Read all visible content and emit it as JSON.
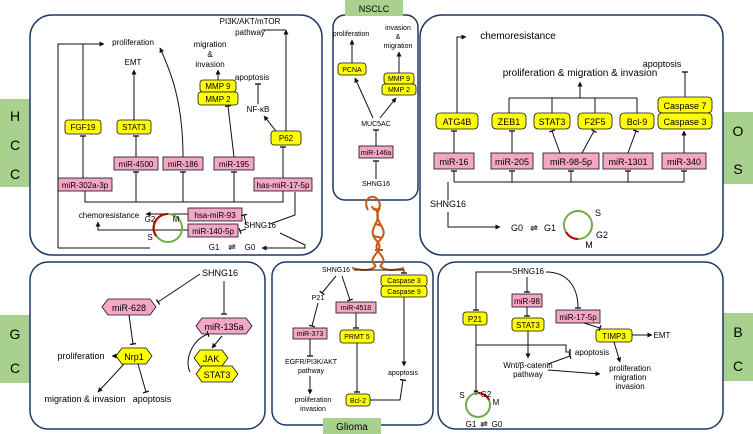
{
  "panels": {
    "hcc": {
      "label_letters": [
        "H",
        "C",
        "C"
      ],
      "top_process": "proliferation",
      "pathway": "PI3K/AKT/mTOR pathway",
      "migration": "migration & invasion",
      "emt": "EMT",
      "apoptosis": "apoptosis",
      "nfkb": "NF-κB",
      "fgf19": "FGF19",
      "stat3": "STAT3",
      "mmp9": "MMP 9",
      "mmp2": "MMP 2",
      "p62": "P62",
      "mir4500": "miR-4500",
      "mir186": "miR-186",
      "mir195": "miR-195",
      "mir302": "miR-302a-3p",
      "mir17": "has-miR-17-5p",
      "chemo": "chemoresistance",
      "mir93": "hsa-miR-93",
      "mir140": "miR-140-5p",
      "shng16": "SHNG16",
      "cycle": {
        "g2": "G2",
        "m": "M",
        "s": "S",
        "g1": "G1",
        "g0": "G0"
      }
    },
    "nsclc": {
      "tab": "NSCLC",
      "proliferation": "proliferation",
      "invasion": "invasion & migration",
      "pcna": "PCNA",
      "mmp9": "MMP 9",
      "mmp2": "MMP 2",
      "muc5ac": "MUC5AC",
      "mir146a": "miR-146a",
      "shng16": "SHNG16"
    },
    "os": {
      "label_letters": [
        "O",
        "S"
      ],
      "chemo": "chemoresistance",
      "apoptosis": "apoptosis",
      "prolif": "proliferation & migration & invasion",
      "atg4b": "ATG4B",
      "zeb1": "ZEB1",
      "stat3": "STAT3",
      "f2f5": "F2F5",
      "bcl9": "Bcl-9",
      "casp7": "Caspase 7",
      "casp3": "Caspase 3",
      "mir16": "miR-16",
      "mir205": "miR-205",
      "mir98": "miR-98-5p",
      "mir1301": "miR-1301",
      "mir340": "miR-340",
      "shng16": "SHNG16",
      "cycle": {
        "g0": "G0",
        "g1": "G1",
        "s": "S",
        "g2": "G2",
        "m": "M"
      }
    },
    "gc": {
      "label_letters": [
        "G",
        "C"
      ],
      "shng16": "SHNG16",
      "mir628": "miR-628",
      "mir135a": "miR-135a",
      "proliferation": "proliferation",
      "nrp1": "Nrp1",
      "jak": "JAK",
      "stat3": "STAT3",
      "migration": "migration & invasion",
      "apoptosis": "apoptosis"
    },
    "glioma": {
      "tab": "Glioma",
      "shng16": "SHNG16",
      "p21": "P21",
      "casp3": "Caspase 3",
      "casp9": "Caspase 9",
      "mir4518": "miR-4518",
      "mir373": "miR-373",
      "prmt5": "PRMT 5",
      "egfr": "EGFR/PI3K/AKT pathway",
      "apoptosis": "apoptosis",
      "prolif": "proliferation invasion",
      "bcl2": "Bcl-2"
    },
    "bc": {
      "label_letters": [
        "B",
        "C"
      ],
      "shng16": "SHNG16",
      "mir98": "miR-98",
      "p21": "P21",
      "stat3": "STAT3",
      "mir17": "miR-17-5p",
      "timp3": "TIMP3",
      "emt": "EMT",
      "apoptosis": "apoptosis",
      "wnt": "Wnt/β-catenin pathway",
      "prolif": "proliferation migration invasion",
      "cycle": {
        "s": "S",
        "g2": "G2",
        "m": "M",
        "g1": "G1",
        "g0": "G0"
      }
    }
  },
  "colors": {
    "yellow": "#FFFF00",
    "pink": "#F4A6C6",
    "label_green": "#A9D18E",
    "panel_border": "#1F3864",
    "cycle_green": "#70AD47",
    "cycle_red": "#C00000",
    "rna": "#C55A11"
  }
}
